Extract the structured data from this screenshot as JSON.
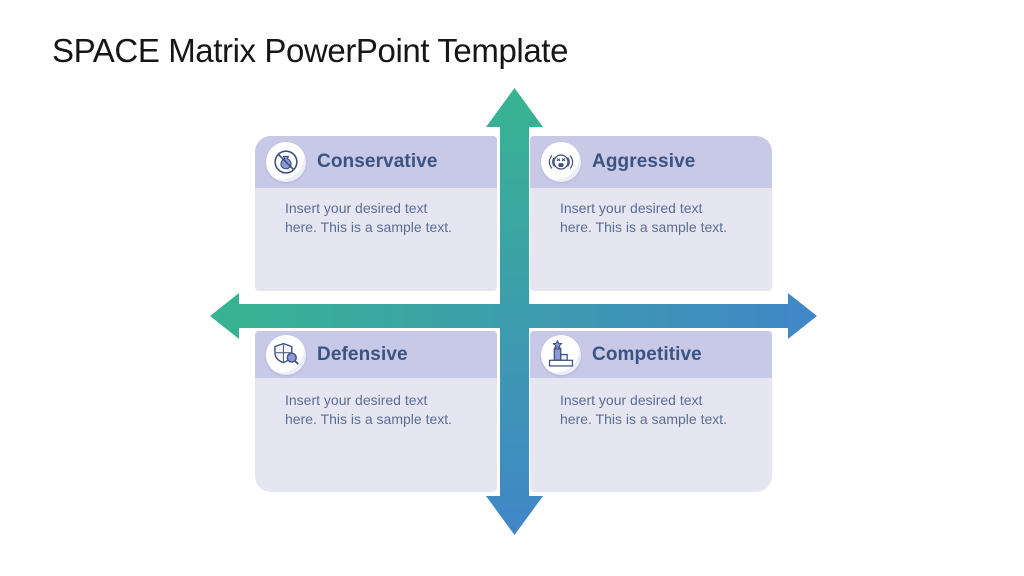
{
  "title": "SPACE Matrix PowerPoint Template",
  "quadrants": [
    {
      "id": "conservative",
      "title": "Conservative",
      "icon": "money-bag-prohibited-icon",
      "body_lines": [
        "Insert your desired text",
        "here. This is a sample text."
      ]
    },
    {
      "id": "aggressive",
      "title": "Aggressive",
      "icon": "angry-face-icon",
      "body_lines": [
        "Insert your desired text",
        "here. This is a sample text."
      ]
    },
    {
      "id": "defensive",
      "title": "Defensive",
      "icon": "shield-magnifier-icon",
      "body_lines": [
        "Insert your desired text",
        "here. This is a sample text."
      ]
    },
    {
      "id": "competitive",
      "title": "Competitive",
      "icon": "podium-star-icon",
      "body_lines": [
        "Insert your desired text",
        "here. This is a sample text."
      ]
    }
  ],
  "axes": {
    "orientation": "cross",
    "gradient_start": "#38b491",
    "gradient_end": "#4186c8"
  },
  "colors": {
    "header_bg": "#c7c9e6",
    "body_bg": "#e5e6f2",
    "title_text": "#3b5383",
    "body_text": "#5c6d95",
    "slide_title": "#161616",
    "grad_start": "#38b491",
    "grad_end": "#4186c8"
  }
}
